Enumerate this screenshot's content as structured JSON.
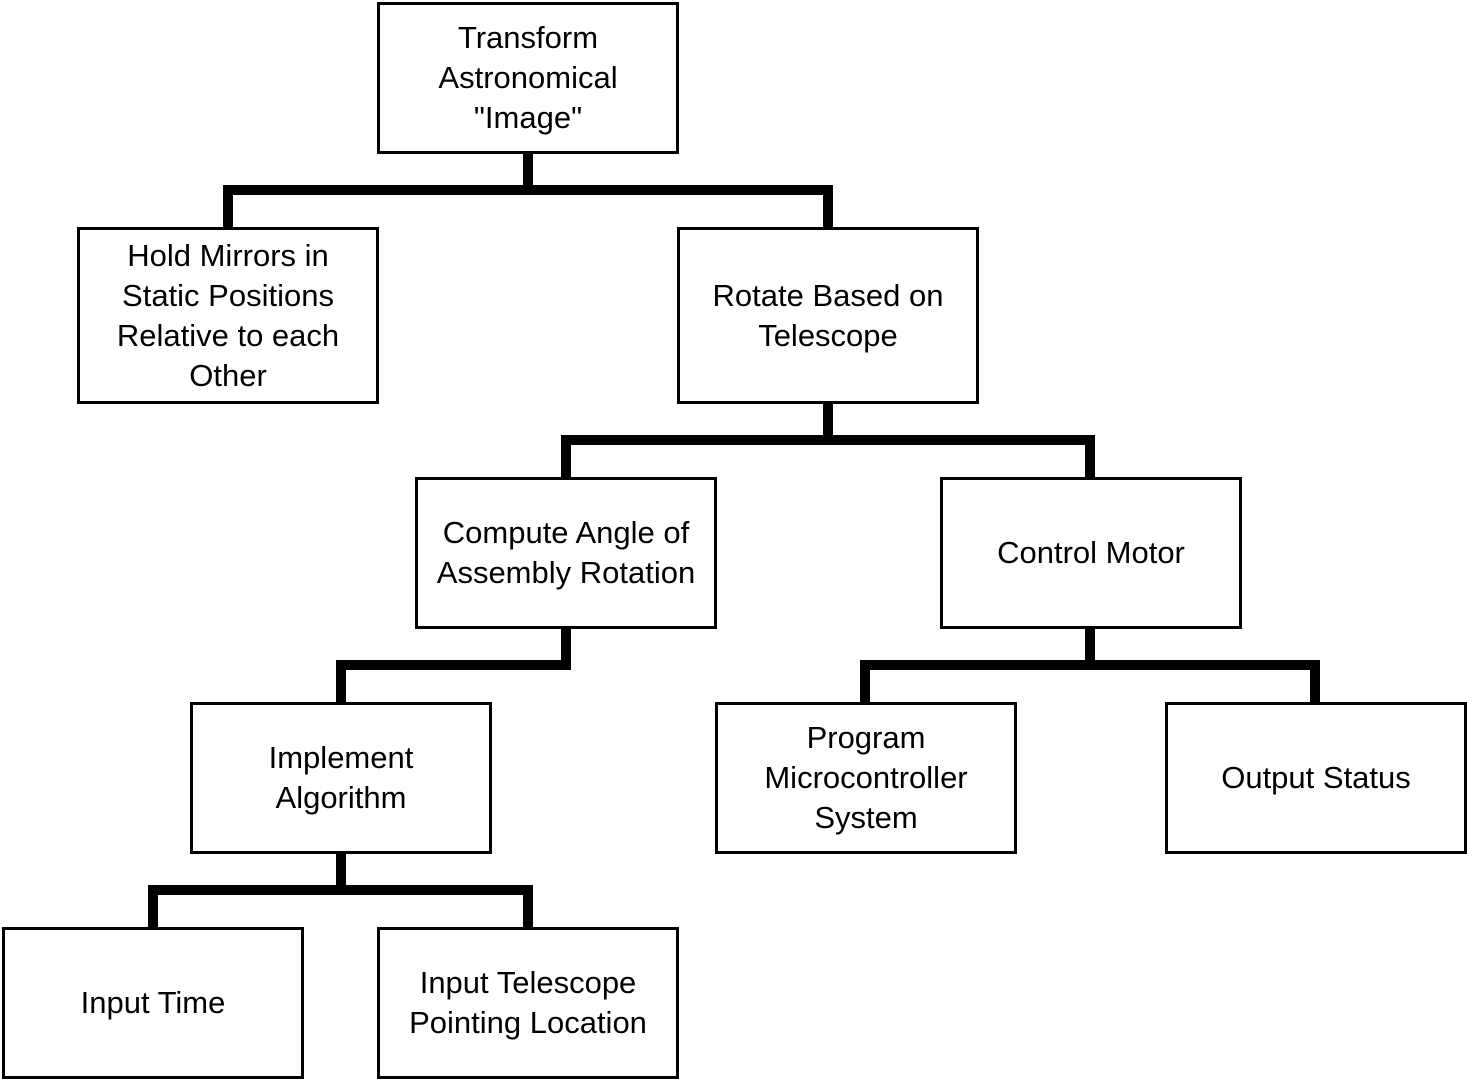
{
  "nodes": {
    "root": "Transform\nAstronomical\n\"Image\"",
    "hold_mirrors": "Hold Mirrors in\nStatic Positions\nRelative to each\nOther",
    "rotate": "Rotate Based on\nTelescope",
    "compute_angle": "Compute Angle of\nAssembly Rotation",
    "control_motor": "Control Motor",
    "implement_algorithm": "Implement\nAlgorithm",
    "program_microcontroller": "Program\nMicrocontroller\nSystem",
    "output_status": "Output Status",
    "input_time": "Input Time",
    "input_pointing": "Input Telescope\nPointing Location"
  },
  "edges": [
    [
      "root",
      "hold_mirrors"
    ],
    [
      "root",
      "rotate"
    ],
    [
      "rotate",
      "compute_angle"
    ],
    [
      "rotate",
      "control_motor"
    ],
    [
      "compute_angle",
      "implement_algorithm"
    ],
    [
      "control_motor",
      "program_microcontroller"
    ],
    [
      "control_motor",
      "output_status"
    ],
    [
      "implement_algorithm",
      "input_time"
    ],
    [
      "implement_algorithm",
      "input_pointing"
    ]
  ],
  "colors": {
    "line": "#000000",
    "box_border": "#000000",
    "box_fill": "#ffffff",
    "text": "#000000"
  }
}
